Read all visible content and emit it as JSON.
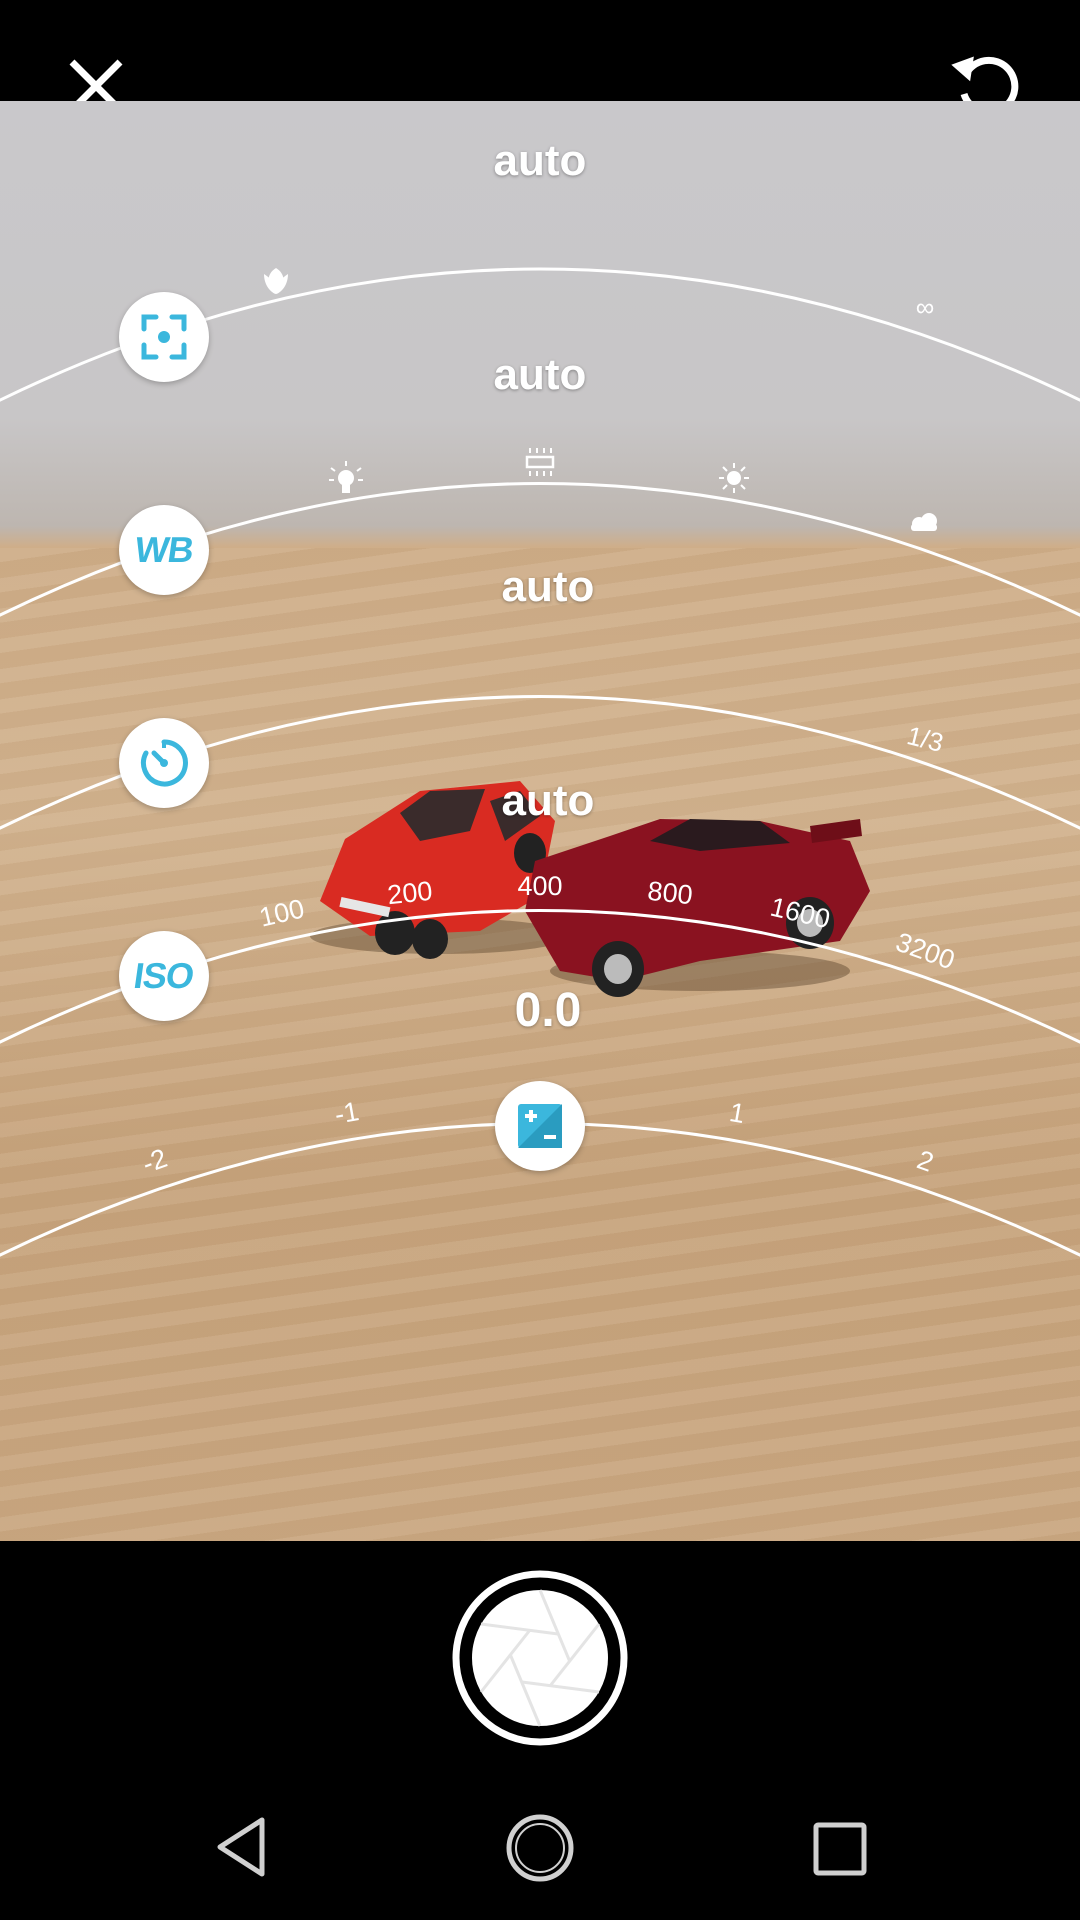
{
  "focus": {
    "value": "auto",
    "mode_icons": [
      "macro-icon",
      "infinity-icon"
    ],
    "infinity_glyph": "∞"
  },
  "white_balance": {
    "value": "auto",
    "button_label": "WB",
    "mode_icons": [
      "incandescent-icon",
      "fluorescent-icon",
      "daylight-icon",
      "cloudy-icon"
    ]
  },
  "shutter_speed": {
    "value": "auto",
    "scale": [
      "1/3"
    ]
  },
  "iso": {
    "value": "auto",
    "button_label": "ISO",
    "scale": [
      "100",
      "200",
      "400",
      "800",
      "1600",
      "3200"
    ]
  },
  "exposure": {
    "value": "0.0",
    "scale_left": [
      "-2",
      "-1"
    ],
    "scale_right": [
      "1",
      "2"
    ]
  },
  "colors": {
    "accent": "#3bb7dd",
    "bar": "#000000",
    "arc": "#ffffff"
  }
}
